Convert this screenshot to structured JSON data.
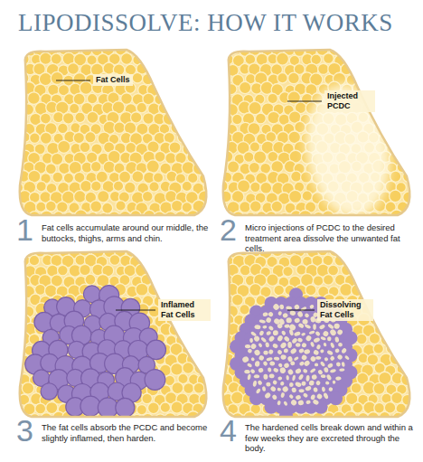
{
  "diagram": {
    "title": "LIPODISSOLVE: HOW IT WORKS",
    "labels": [
      "Fat Cells",
      "1",
      "Fat cells accumulate around our middle, the buttocks, thighs, arms and chin.",
      "Injected PCDC",
      "2",
      "Micro injections of PCDC to the desired treatment area dissolve the unwanted fat cells.",
      "Inflamed Fat Cells",
      "3",
      "The fat cells absorb the PCDC and become slightly inflamed, then harden.",
      "Dissolving Fat Cells",
      "4",
      "The hardened cells break down and within a few weeks they are excreted through the body."
    ]
  }
}
